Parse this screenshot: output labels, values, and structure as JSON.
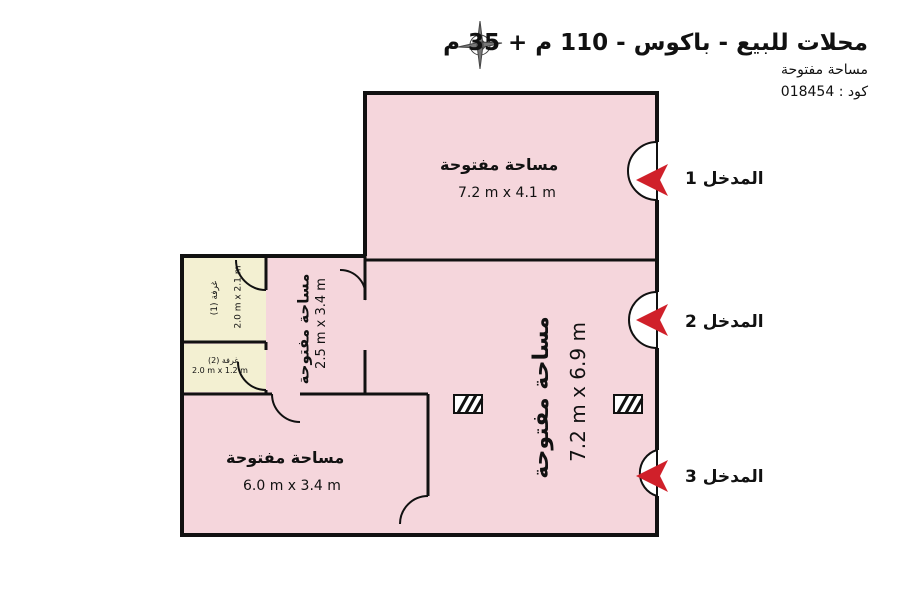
{
  "header": {
    "title": "محلات للبيع - باكوس - 110 م + 35 م",
    "subtitle": "مساحة مفتوحة",
    "code": "كود : 018454",
    "compass_icon": "compass-rose-icon"
  },
  "rooms": [
    {
      "name": "مساحة مفتوحة",
      "size": "7.2 m x 4.1 m"
    },
    {
      "name": "مساحة مفتوحة",
      "size": "7.2 m x 6.9 m"
    },
    {
      "name": "مساحة مفتوحة",
      "size": "2.5 m x 3.4 m"
    },
    {
      "name": "مساحة مفتوحة",
      "size": "6.0 m x 3.4 m"
    },
    {
      "name": "غرفة (1)",
      "size": "2.0 m x 2.1 m"
    },
    {
      "name": "غرفة (2)",
      "size": "2.0 m x 1.2 m"
    }
  ],
  "entrances": [
    "المدخل 1",
    "المدخل 2",
    "المدخل 3"
  ],
  "colors": {
    "open_area": "#f5d6dc",
    "room": "#f3f0d2",
    "wall": "#111111",
    "arrow": "#d0202a"
  }
}
